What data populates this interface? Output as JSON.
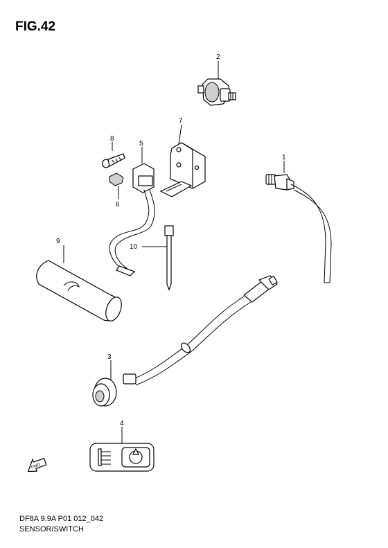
{
  "figure": {
    "title": "FIG.42"
  },
  "callouts": {
    "c1": "1",
    "c2": "2",
    "c3": "3",
    "c4": "4",
    "c5": "5",
    "c6": "6",
    "c7": "7",
    "c8": "8",
    "c9": "9",
    "c10": "10"
  },
  "footer": {
    "code": "DF8A 9.9A P01 012_042",
    "caption": "SENSOR/SWITCH"
  },
  "forward_arrow": {
    "label": "FWD"
  }
}
